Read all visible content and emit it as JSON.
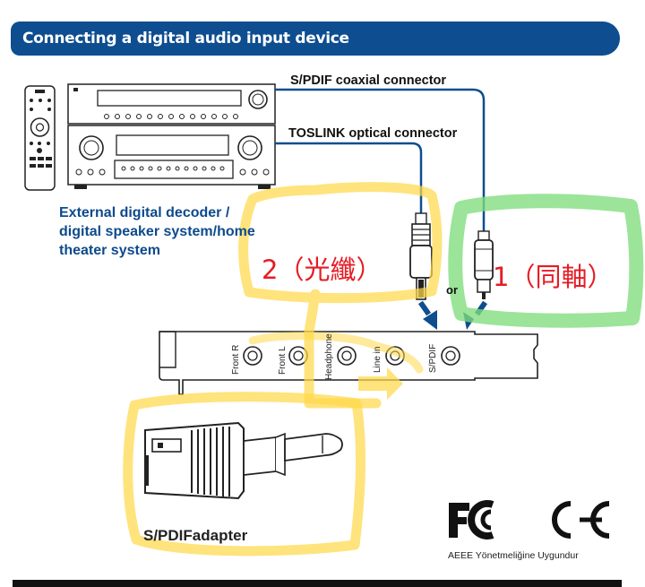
{
  "header": {
    "title": "Connecting a digital audio input device"
  },
  "labels": {
    "coaxial": "S/PDIF coaxial connector",
    "optical": "TOSLINK optical connector",
    "or": "or"
  },
  "device_description": {
    "lines": [
      "External digital decoder /",
      "digital speaker system/home",
      "theater system"
    ]
  },
  "annotations": {
    "optical_note": "2（光纖）",
    "coaxial_note": "1（同軸）"
  },
  "bracket": {
    "jacks": [
      {
        "label": "Front R"
      },
      {
        "label": "Front L"
      },
      {
        "label": "Headphone"
      },
      {
        "label": "Line in"
      },
      {
        "label": "S/PDIF"
      }
    ]
  },
  "adapter": {
    "label": "S/PDIFadapter"
  },
  "certification": {
    "logos": [
      "fcc-logo",
      "ce-logo"
    ],
    "compliance_text": "AEEE Yönetmeliğine Uygundur"
  },
  "colors": {
    "header": "#0e4d8f",
    "cable": "#0e4d8f",
    "annotation_text": "#e51c24",
    "highlight_yellow": "#ffd84a",
    "highlight_green": "#7fdc7c"
  }
}
